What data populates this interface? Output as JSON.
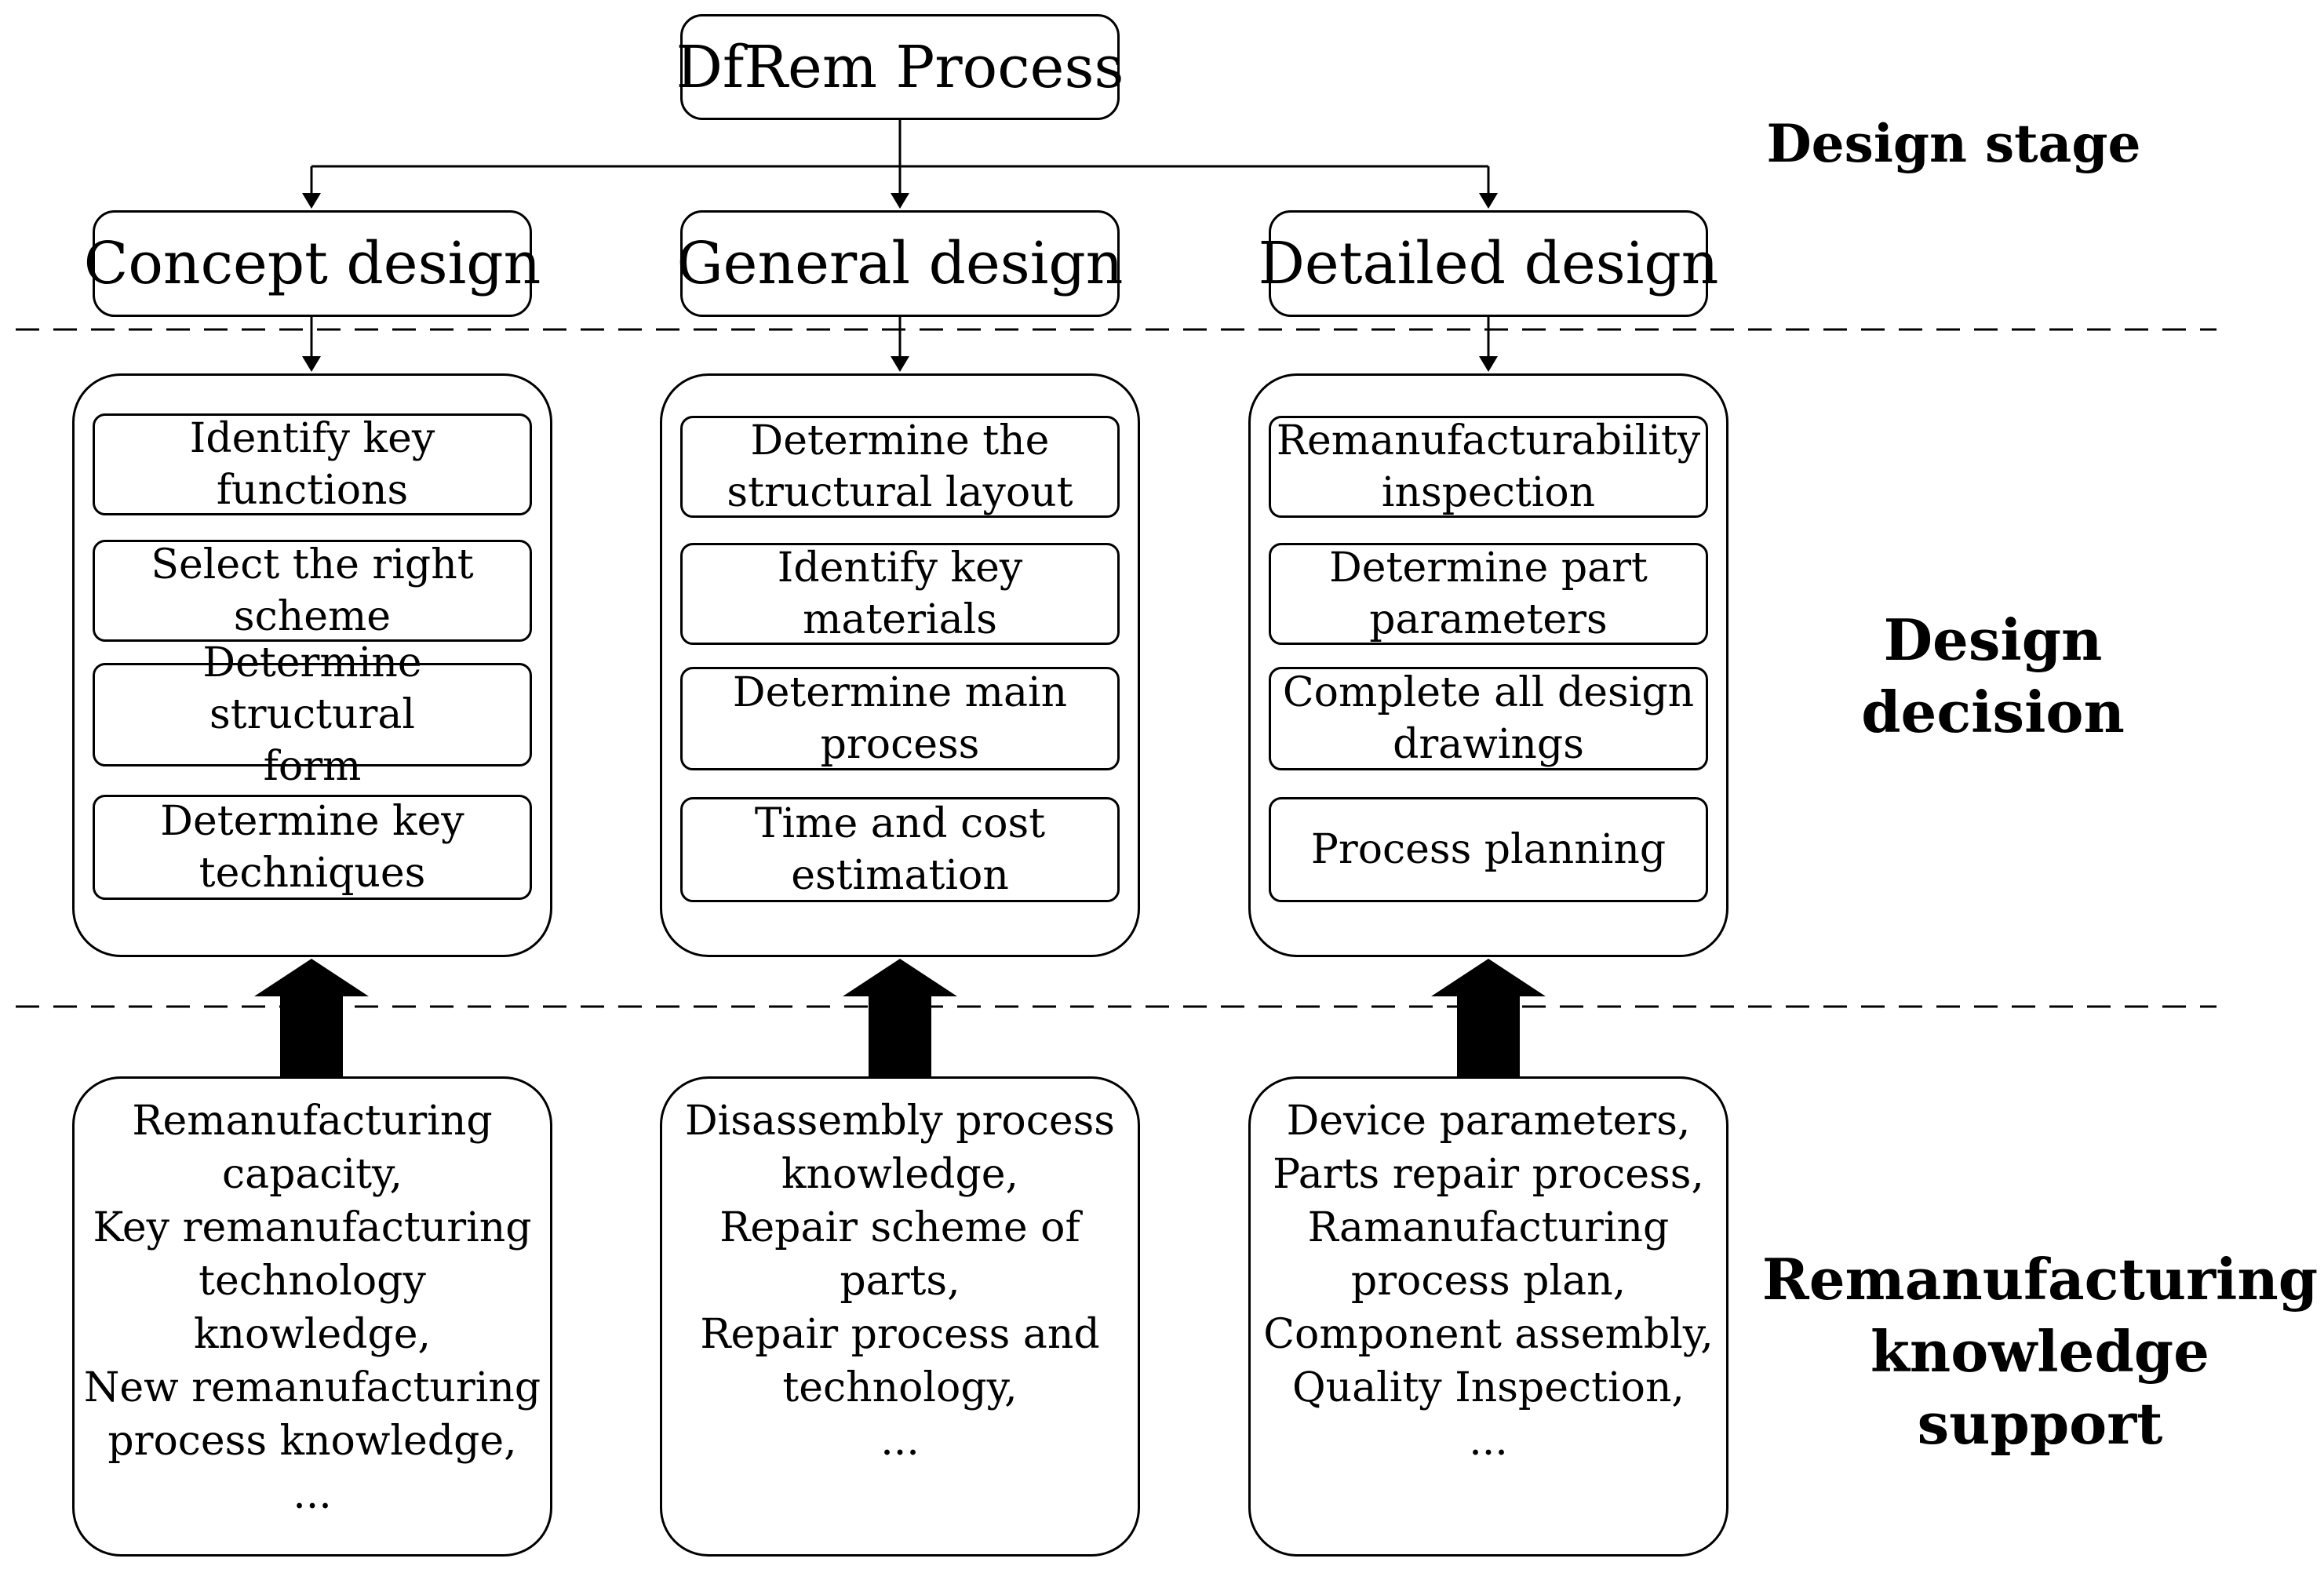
{
  "title": "DfRem Process",
  "stages": [
    {
      "label": "Concept design"
    },
    {
      "label": "General design"
    },
    {
      "label": "Detailed design"
    }
  ],
  "decisions": [
    [
      "Identify key\nfunctions",
      "Select the right\nscheme",
      "Determine structural\nform",
      "Determine key\ntechniques"
    ],
    [
      "Determine the\nstructural layout",
      "Identify key\nmaterials",
      "Determine main\nprocess",
      "Time and cost\nestimation"
    ],
    [
      "Remanufacturability\ninspection",
      "Determine part\nparameters",
      "Complete all design\ndrawings",
      "Process planning"
    ]
  ],
  "knowledge": [
    "Remanufacturing\ncapacity,\nKey remanufacturing\ntechnology\nknowledge,\nNew remanufacturing\nprocess knowledge,\n...",
    "Disassembly process\nknowledge,\nRepair scheme of\nparts,\nRepair process and\ntechnology,\n...",
    "Device parameters,\nParts repair process,\nRamanufacturing\nprocess plan,\nComponent assembly,\nQuality Inspection,\n..."
  ],
  "side_labels": {
    "stage": "Design stage",
    "decision": "Design\ndecision",
    "knowledge": "Remanufacturing\nknowledge support"
  }
}
